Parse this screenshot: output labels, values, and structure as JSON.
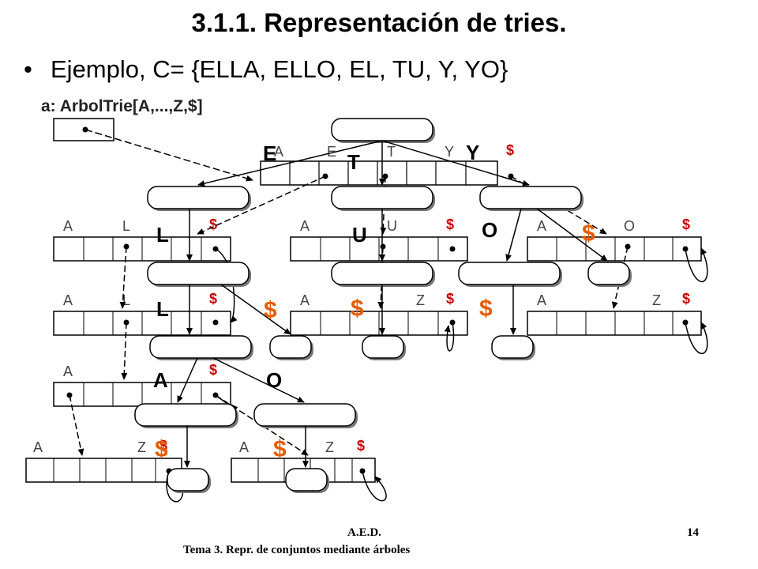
{
  "slide": {
    "title": "3.1.1. Representación de tries.",
    "bullet": "Ejemplo, C= {ELLA, ELLO, EL, TU, Y, YO}"
  },
  "diagram": {
    "type_label": "a: ArbolTrie[A,...,Z,$]",
    "cell_labels": {
      "root": [
        "A",
        "E",
        "T",
        "Y",
        "$"
      ],
      "n_l": [
        "A",
        "L",
        "$"
      ],
      "n_u": [
        "A",
        "U",
        "$"
      ],
      "n_o": [
        "A",
        "O",
        "$"
      ],
      "n_l2": [
        "A",
        "L",
        "$"
      ],
      "n_e": [
        "A",
        "Z",
        "$"
      ],
      "n_end": [
        "A",
        "Z",
        "$"
      ],
      "n_a": [
        "A",
        "$"
      ],
      "n_final_a": [
        "A",
        "Z",
        "$"
      ],
      "n_final_o": [
        "A",
        "Z",
        "$"
      ]
    },
    "edge_letters": {
      "E": "E",
      "T": "T",
      "Y": "Y",
      "L1": "L",
      "U": "U",
      "O1": "O",
      "L2": "L",
      "A": "A",
      "O2": "O"
    },
    "end_markers": "$"
  },
  "footer": {
    "course": "A.E.D.",
    "topic": "Tema 3. Repr. de conjuntos mediante árboles",
    "page": "14"
  }
}
